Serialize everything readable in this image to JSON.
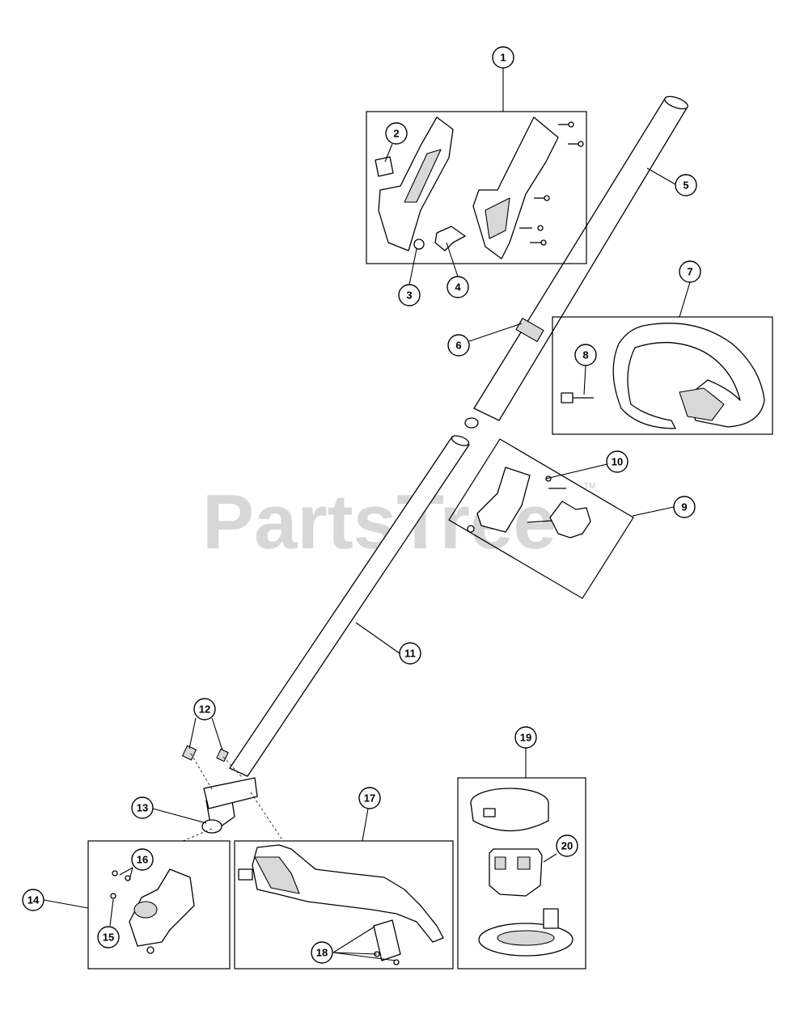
{
  "watermark": {
    "text": "PartsTree",
    "trademark": "TM"
  },
  "callouts": {
    "c1": "1",
    "c2": "2",
    "c3": "3",
    "c4": "4",
    "c5": "5",
    "c6": "6",
    "c7": "7",
    "c8": "8",
    "c9": "9",
    "c10": "10",
    "c11": "11",
    "c12": "12",
    "c13": "13",
    "c14": "14",
    "c15": "15",
    "c16": "16",
    "c17": "17",
    "c18": "18",
    "c19": "19",
    "c20": "20"
  }
}
